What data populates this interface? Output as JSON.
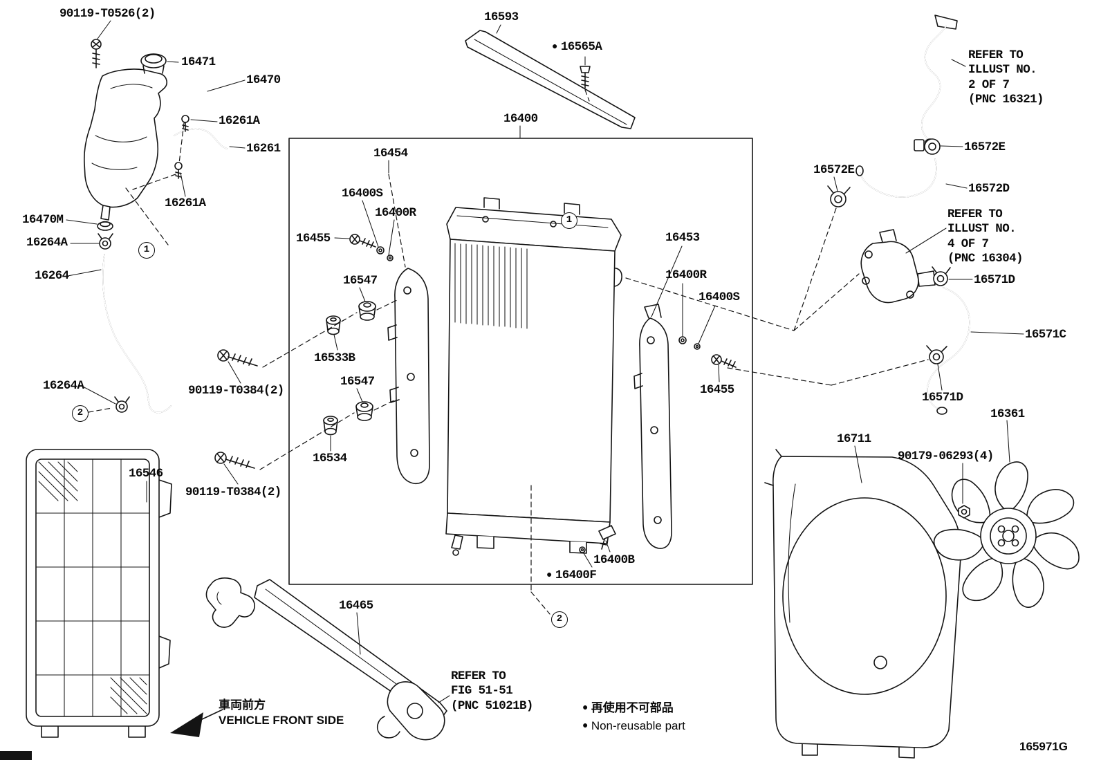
{
  "parts": {
    "p90119_t0526": "90119-T0526(2)",
    "p16471": "16471",
    "p16470": "16470",
    "p16261a": "16261A",
    "p16261": "16261",
    "p16470m": "16470M",
    "p16264a": "16264A",
    "p16264": "16264",
    "p16546": "16546",
    "p16593": "16593",
    "p16565a": "16565A",
    "p16400": "16400",
    "p16454": "16454",
    "p16400s": "16400S",
    "p16400r": "16400R",
    "p16455": "16455",
    "p16547": "16547",
    "p16533b": "16533B",
    "p90119_t0384": "90119-T0384(2)",
    "p16534": "16534",
    "p16465": "16465",
    "p16453": "16453",
    "p16400b": "16400B",
    "p16400f": "16400F",
    "p16572e": "16572E",
    "p16572d": "16572D",
    "p16571d": "16571D",
    "p16571c": "16571C",
    "p16361": "16361",
    "p16711": "16711",
    "p90179_06293": "90179-06293(4)"
  },
  "notes": {
    "illust2": "REFER TO\nILLUST NO.\n2 OF 7\n(PNC 16321)",
    "illust4": "REFER TO\nILLUST NO.\n4 OF 7\n(PNC 16304)",
    "fig5151": "REFER TO\nFIG 51-51\n(PNC 51021B)"
  },
  "legend": {
    "dot": "●",
    "jp": "再使用不可部品",
    "en": "Non-reusable part"
  },
  "front_marker": {
    "jp": "車両前方",
    "en": "VEHICLE FRONT SIDE"
  },
  "callouts": {
    "one": "1",
    "two": "2"
  },
  "footer": {
    "code": "165971G"
  }
}
